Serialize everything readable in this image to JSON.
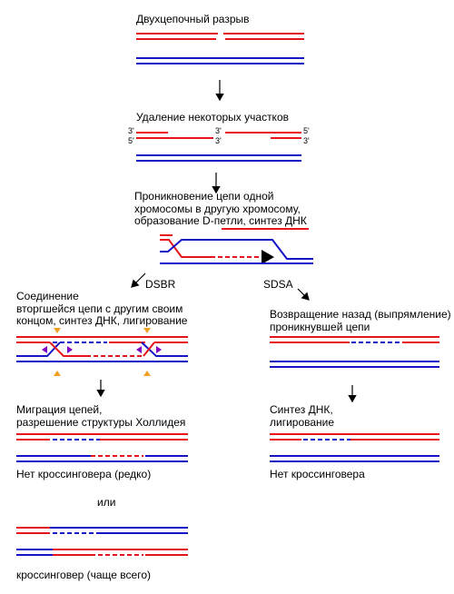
{
  "colors": {
    "red_strand": "#e8141c",
    "blue_strand": "#1414c8",
    "orange_marker": "#f0a020",
    "purple_marker": "#8000c0",
    "arrow": "#000000"
  },
  "steps": {
    "double_strand_break": "Двухцепочный разрыв",
    "resection": "Удаление некоторых участков",
    "strand_invasion": "Проникновение цепи одной\nхромосомы в другую хромосому,\nобразование D-петли, синтез ДНК"
  },
  "strand_ends": {
    "three_prime": "3'",
    "five_prime": "5'"
  },
  "branches": {
    "dsbr": "DSBR",
    "sdsa": "SDSA"
  },
  "dsbr": {
    "second_end_capture": "Соединение\nвторгшейся цепи с другим своим\nконцом, синтез ДНК, лигирование",
    "migration_resolution": "Миграция цепей,\nразрешение структуры Холлидея",
    "no_crossover": "Нет кроссинговера (редко)",
    "or": "или",
    "crossover": "кроссинговер (чаще всего)"
  },
  "sdsa": {
    "displacement": "Возвращение назад (выпрямление)\nпроникнувшей цепи",
    "synthesis_ligation": "Синтез ДНК,\nлигирование",
    "no_crossover": "Нет кроссинговера"
  }
}
